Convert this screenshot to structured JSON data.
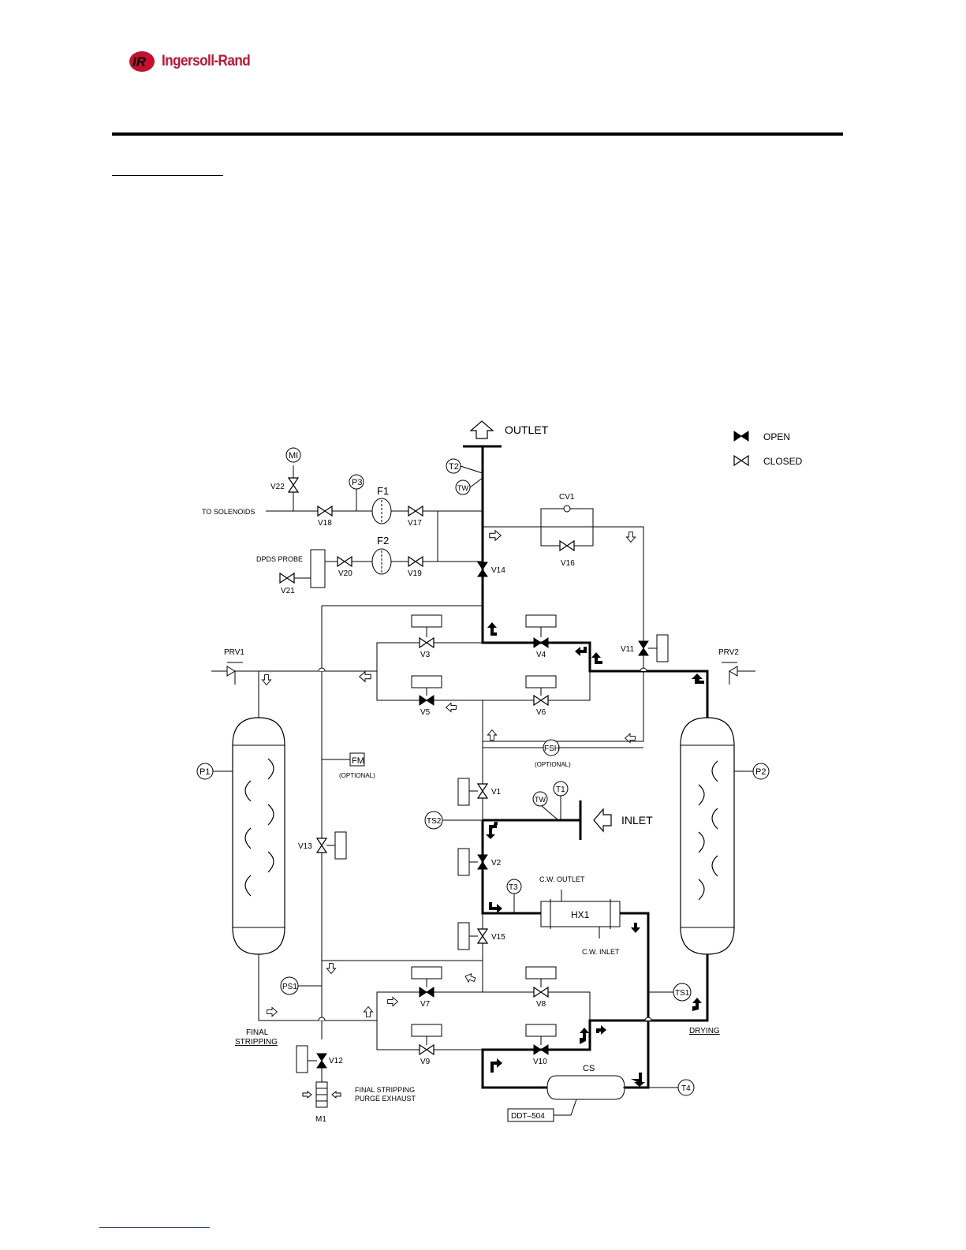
{
  "brand": {
    "name": "Ingersoll-Rand",
    "logo_mark": "IR",
    "color": "#c8102e"
  },
  "legend": {
    "open": "OPEN",
    "closed": "CLOSED"
  },
  "labels": {
    "outlet": "OUTLET",
    "inlet": "INLET",
    "to_solenoids": "TO SOLENOIDS",
    "dpds_probe": "DPDS PROBE",
    "optional": "(OPTIONAL)",
    "final_stripping_1": "FINAL",
    "final_stripping_2": "STRIPPING",
    "drying": "DRYING",
    "purge_1": "FINAL STRIPPING",
    "purge_2": "PURGE EXHAUST",
    "cw_outlet": "C.W. OUTLET",
    "cw_inlet": "C.W. INLET",
    "hx1": "HX1",
    "cs": "CS",
    "ddt": "DDT–504",
    "m1": "M1",
    "fm": "FM",
    "fsh": "FSH",
    "prv1": "PRV1",
    "prv2": "PRV2",
    "cv1": "CV1",
    "f1": "F1",
    "f2": "F2",
    "mi": "MI",
    "p1": "P1",
    "p2": "P2",
    "p3": "P3",
    "t1": "T1",
    "t2": "T2",
    "t3": "T3",
    "t4": "T4",
    "tw": "TW",
    "ts1": "TS1",
    "ts2": "TS2",
    "ps1": "PS1"
  },
  "valves": {
    "v1": "V1",
    "v2": "V2",
    "v3": "V3",
    "v4": "V4",
    "v5": "V5",
    "v6": "V6",
    "v7": "V7",
    "v8": "V8",
    "v9": "V9",
    "v10": "V10",
    "v11": "V11",
    "v12": "V12",
    "v13": "V13",
    "v14": "V14",
    "v15": "V15",
    "v16": "V16",
    "v17": "V17",
    "v18": "V18",
    "v19": "V19",
    "v20": "V20",
    "v21": "V21",
    "v22": "V22"
  }
}
